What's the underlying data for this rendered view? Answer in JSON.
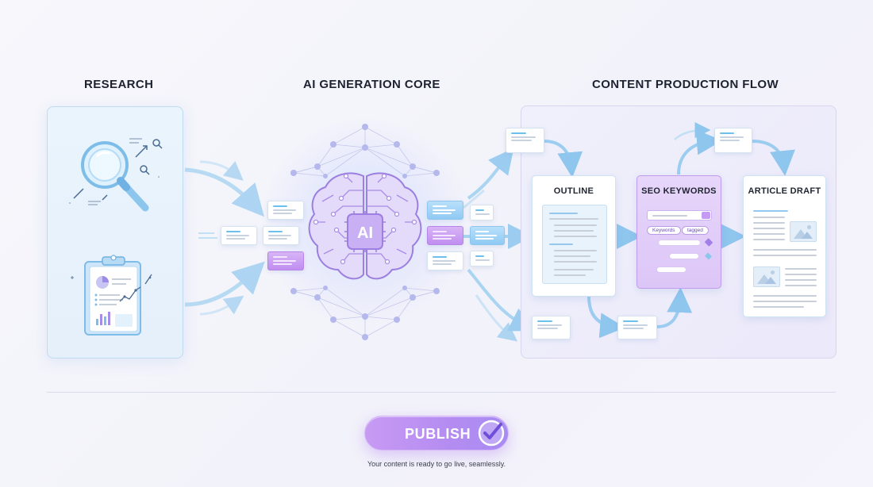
{
  "sections": {
    "research": "RESEARCH",
    "ai_core": "AI GENERATION CORE",
    "content_flow": "CONTENT PRODUCTION FLOW"
  },
  "ai_core": {
    "chip_label": "AI"
  },
  "flow": {
    "outline_title": "OUTLINE",
    "seo_title": "SEO KEYWORDS",
    "draft_title": "ARTICLE DRAFT",
    "chips": [
      "Keywords",
      "tagged"
    ]
  },
  "publish": {
    "label": "PUBLISH",
    "caption": "Your content is ready to go live, seamlessly."
  },
  "icons": {
    "research_top": "magnifying-glass-icon",
    "research_bottom": "clipboard-report-icon",
    "core": "brain-circuit-icon",
    "search": "search-icon",
    "tag": "tag-icon",
    "image": "image-placeholder-icon",
    "check": "checkmark-icon"
  },
  "colors": {
    "accent_blue": "#8ec6ee",
    "accent_purple": "#b48cf1",
    "text_dark": "#1d2230"
  }
}
